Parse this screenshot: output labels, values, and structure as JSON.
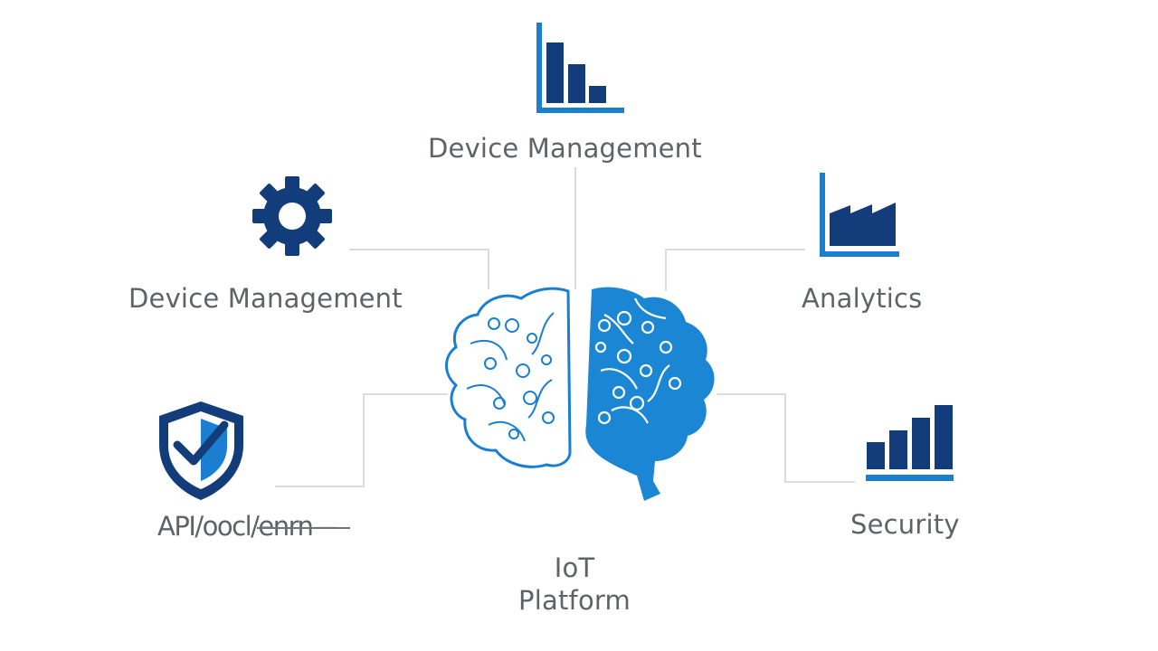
{
  "labels": {
    "top": "Device Management",
    "left": "Device Management",
    "right": "Analytics",
    "security": "Security",
    "api": "API/oocl/enrn—",
    "center_line1": "IoT",
    "center_line2": "Platform"
  },
  "icons": {
    "top": "bar-chart-icon",
    "left": "gear-icon",
    "right": "factory-icon",
    "security": "ascending-bars-icon",
    "api": "shield-check-icon",
    "center": "brain-circuit-icon"
  },
  "colors": {
    "navy": "#123d7a",
    "blue": "#1a7fd0",
    "light_blue": "#2a96e0",
    "line": "#dcdcdc",
    "text": "#5f6368"
  }
}
